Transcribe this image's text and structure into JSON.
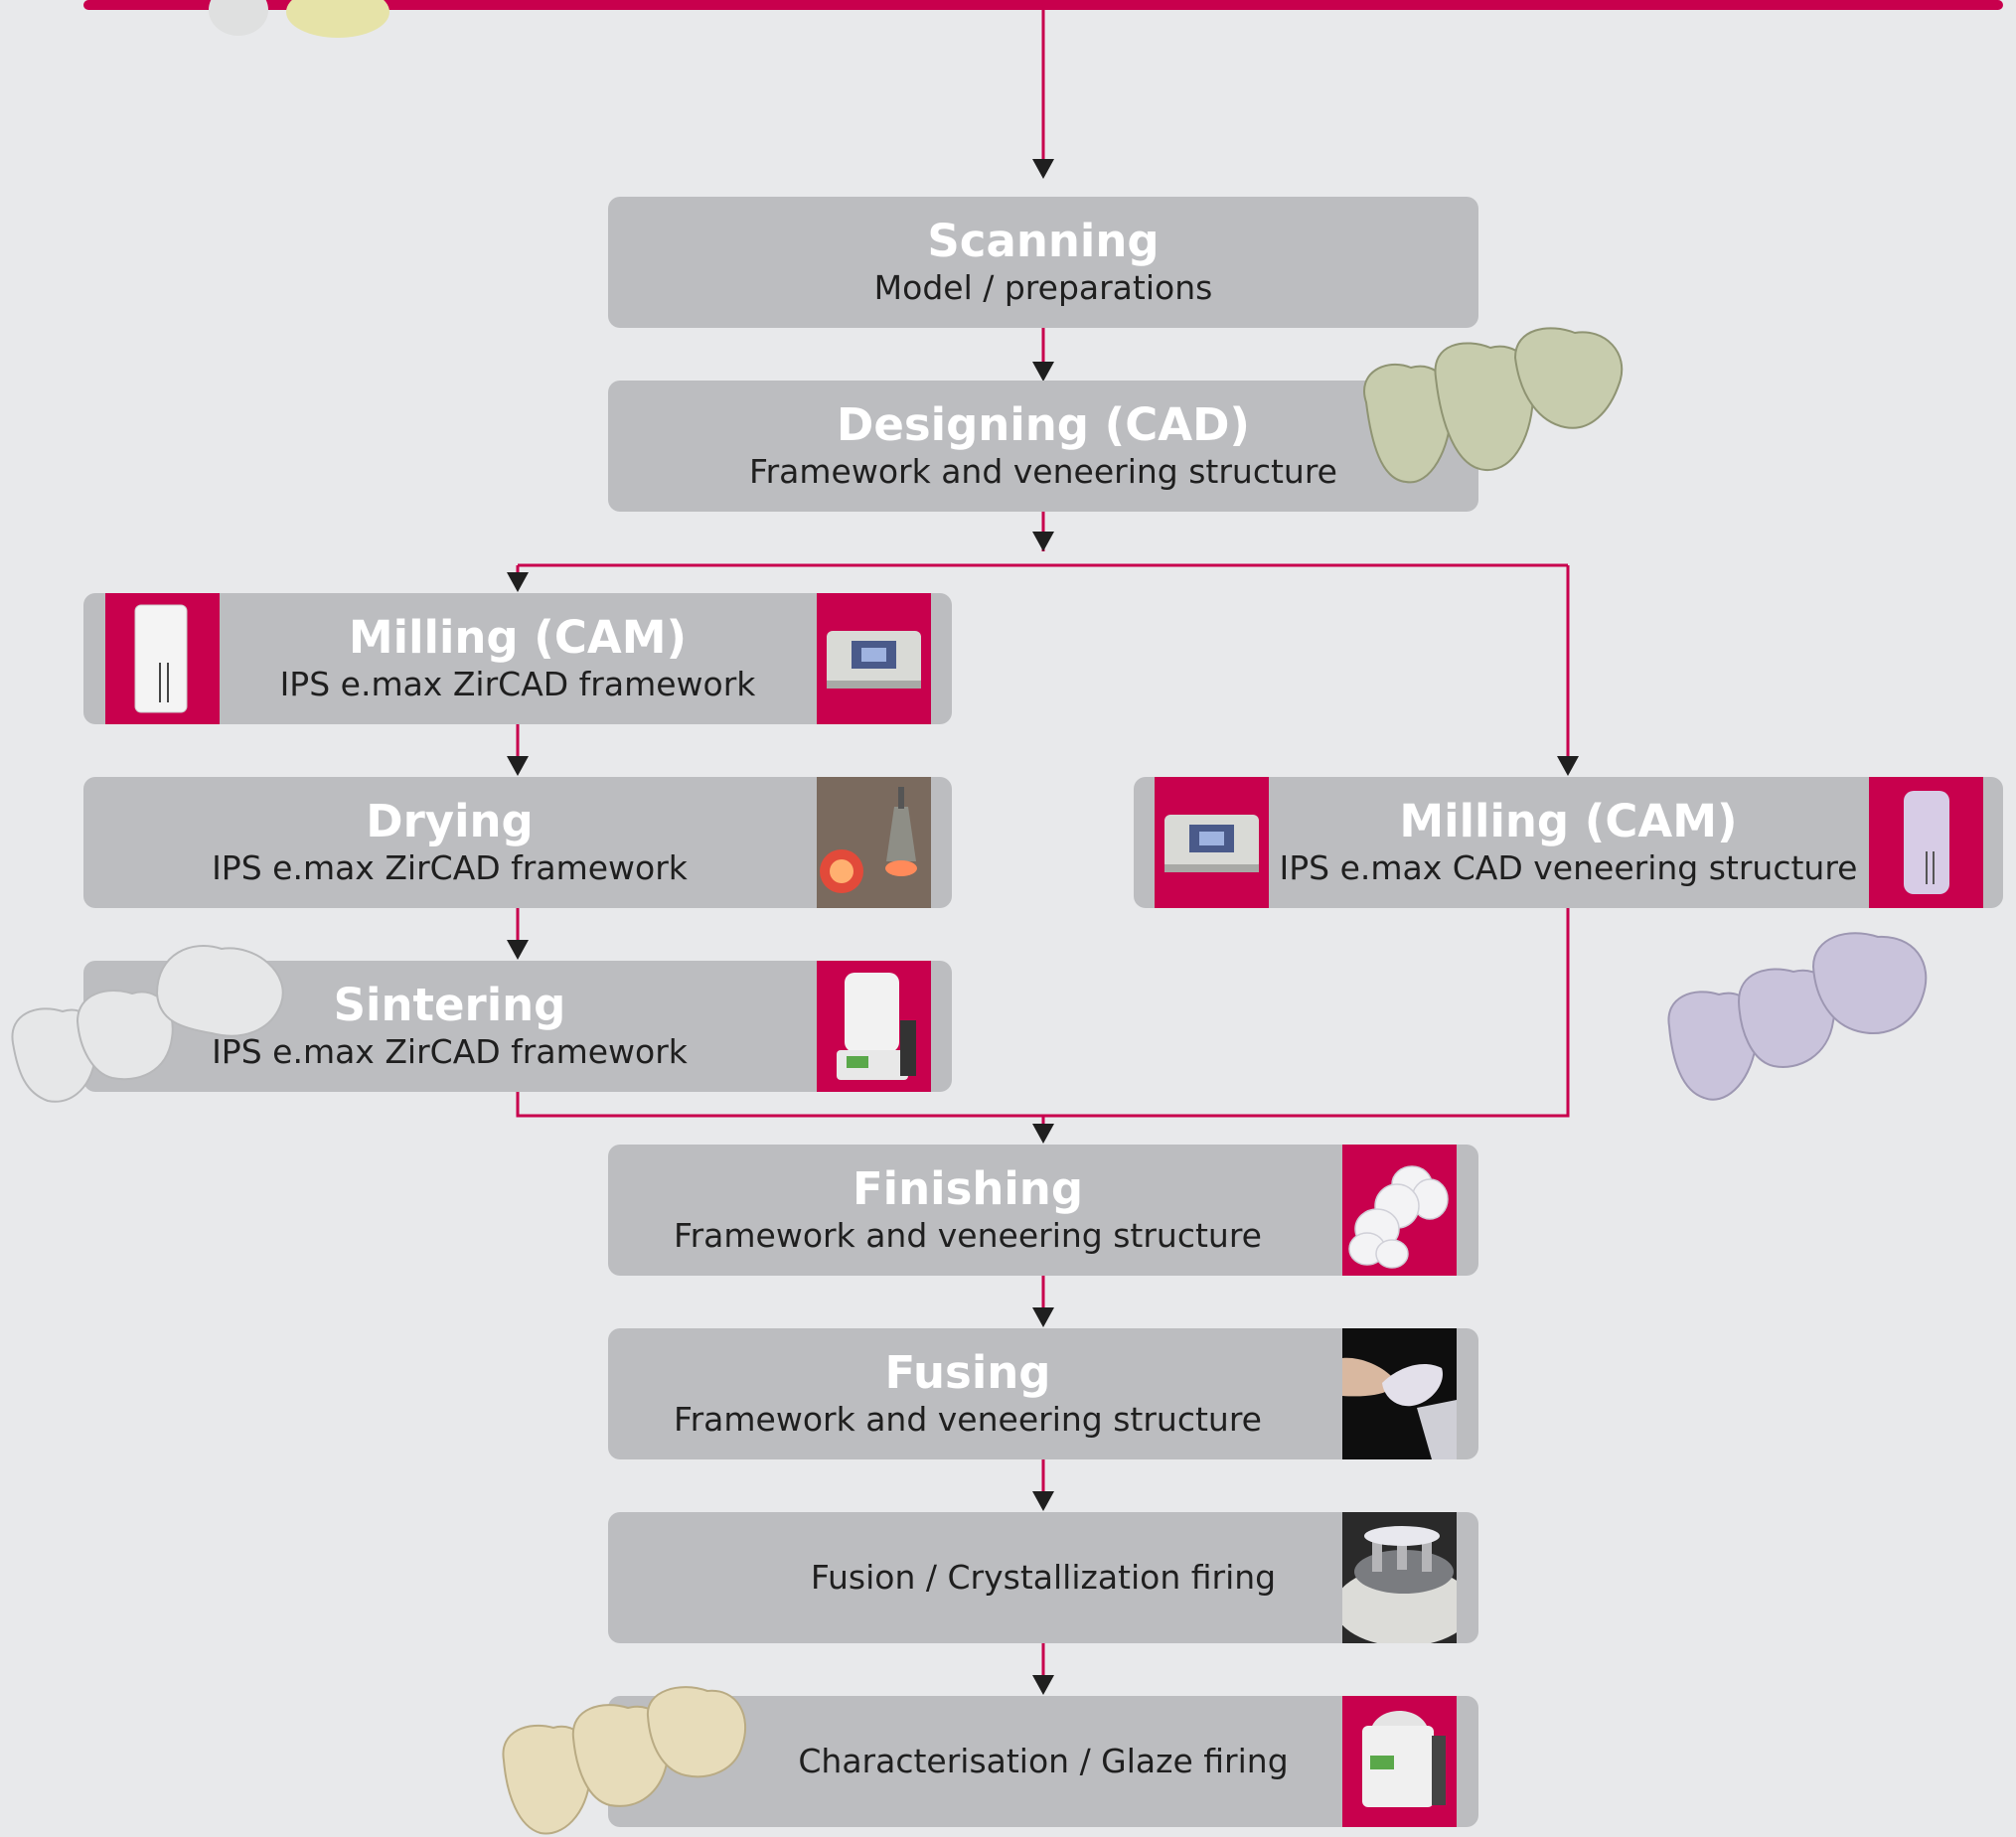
{
  "nodes": {
    "scanning": {
      "title": "Scanning",
      "sub": "Model / preparations"
    },
    "designing": {
      "title": "Designing (CAD)",
      "sub": "Framework and veneering structure"
    },
    "milling_zircad": {
      "title": "Milling (CAM)",
      "sub": "IPS e.max ZirCAD framework"
    },
    "milling_cad": {
      "title": "Milling (CAM)",
      "sub": "IPS e.max CAD veneering structure"
    },
    "drying": {
      "title": "Drying",
      "sub": "IPS e.max ZirCAD framework"
    },
    "sintering": {
      "title": "Sintering",
      "sub": "IPS e.max ZirCAD framework"
    },
    "finishing": {
      "title": "Finishing",
      "sub": "Framework and veneering structure"
    },
    "fusing": {
      "title": "Fusing",
      "sub": "Framework and veneering structure"
    },
    "fusion_firing": {
      "sub": "Fusion / Crystallization firing"
    },
    "glaze_firing": {
      "sub": "Characterisation / Glaze firing"
    }
  },
  "images": {
    "designing_bridge": "tooth-bridge-icon",
    "zircad_block": "zircad-block-icon",
    "milling_machine": "milling-machine-icon",
    "drying_lamp": "drying-lamp-icon",
    "sinter_furnace": "sintering-furnace-icon",
    "cad_block": "cad-block-icon",
    "framework_bridge": "zirconia-bridge-icon",
    "veneer_bridge": "veneer-bridge-icon",
    "finishing_parts": "finished-parts-icon",
    "fusing_hand": "fusing-hand-icon",
    "firing_tray": "firing-tray-icon",
    "glaze_furnace": "glaze-furnace-icon",
    "final_bridge": "final-bridge-icon"
  },
  "colors": {
    "accent": "#c8004d",
    "box": "#bcbdc0",
    "background": "#e8e9eb",
    "arrow": "#1f1f1f"
  }
}
